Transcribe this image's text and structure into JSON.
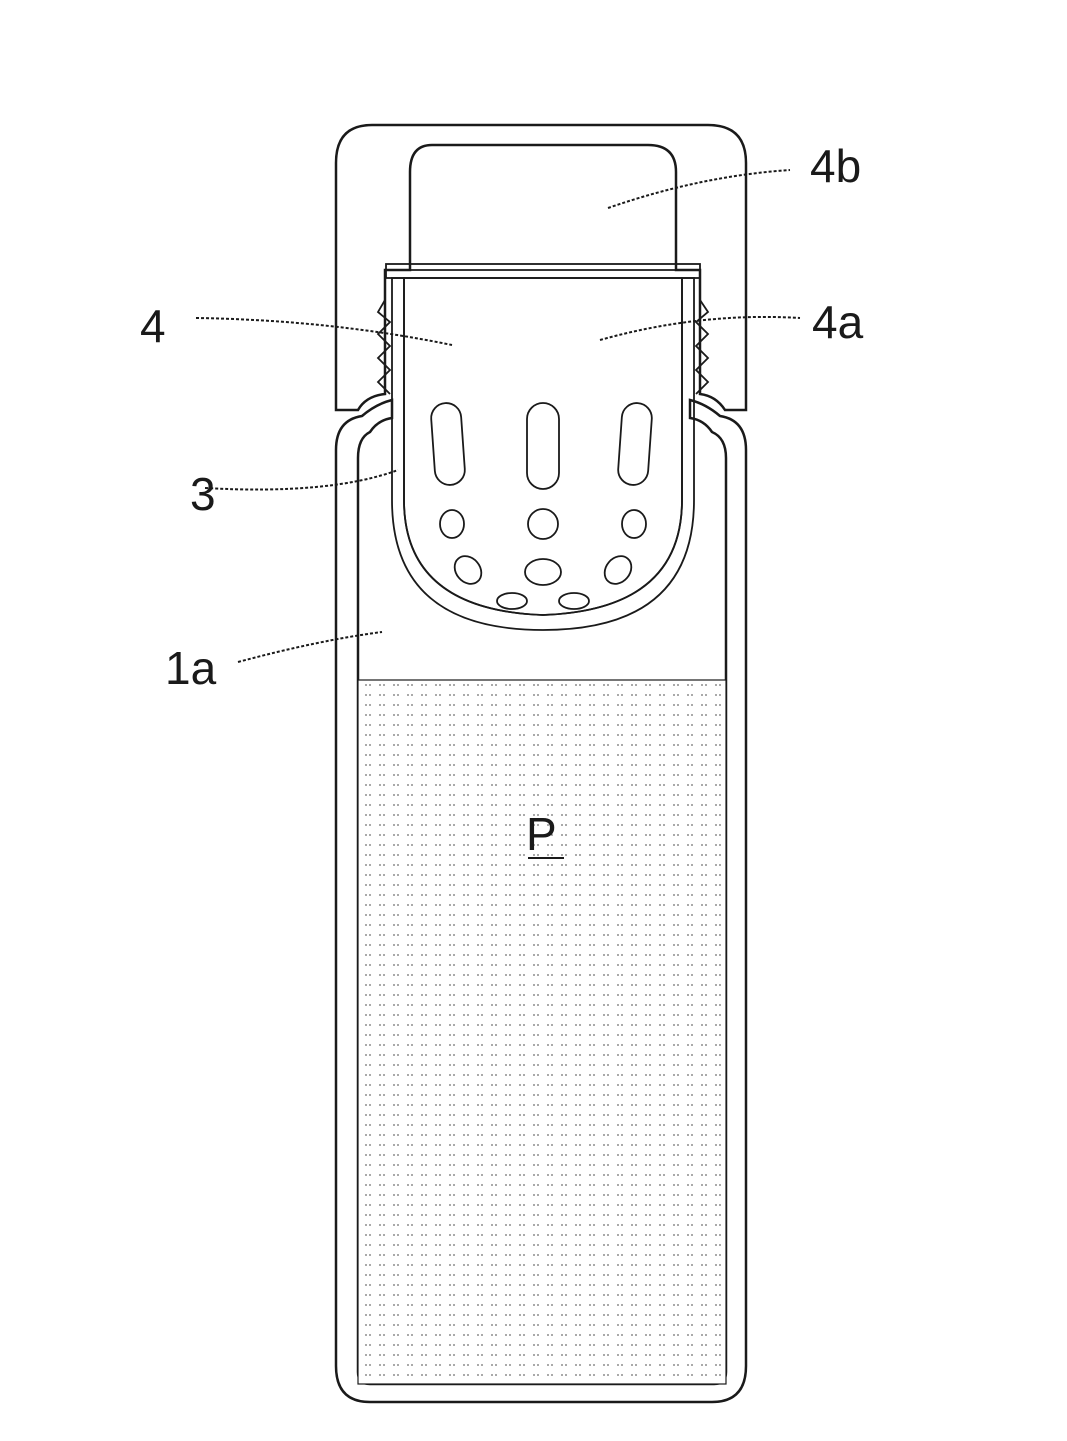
{
  "labels": {
    "ref_4b": "4b",
    "ref_4": "4",
    "ref_4a": "4a",
    "ref_3": "3",
    "ref_1a": "1a",
    "ref_P": "P"
  },
  "colors": {
    "ink": "#1a1a1a",
    "background": "#ffffff"
  }
}
